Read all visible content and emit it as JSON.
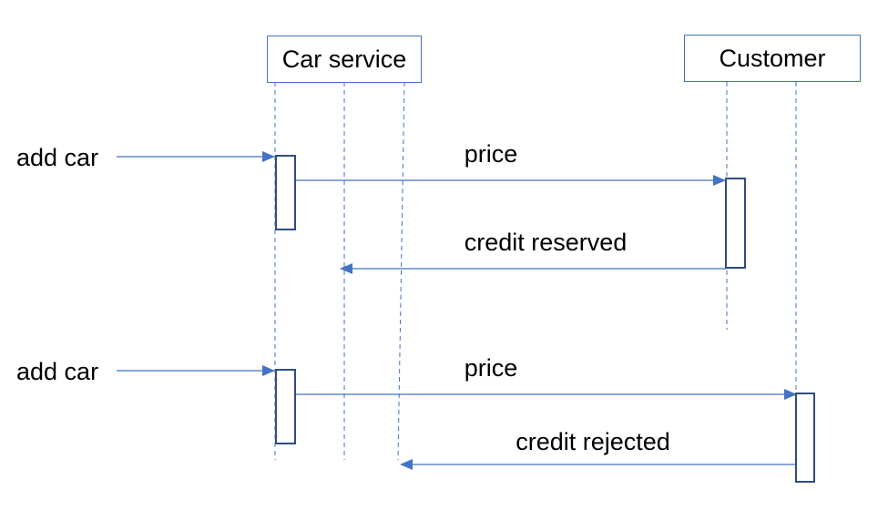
{
  "colors": {
    "line": "#4472C4",
    "activation": "#2F4C80",
    "text": "#000000"
  },
  "participants": [
    {
      "id": "car-service",
      "label": "Car service"
    },
    {
      "id": "customer",
      "label": "Customer"
    }
  ],
  "messages": [
    {
      "id": "add-car-1",
      "label": "add car",
      "from": "external",
      "to": "car-service"
    },
    {
      "id": "price-1",
      "label": "price",
      "from": "car-service",
      "to": "customer"
    },
    {
      "id": "credit-reserved",
      "label": "credit reserved",
      "from": "customer",
      "to": "car-service"
    },
    {
      "id": "add-car-2",
      "label": "add car",
      "from": "external",
      "to": "car-service"
    },
    {
      "id": "price-2",
      "label": "price",
      "from": "car-service",
      "to": "customer"
    },
    {
      "id": "credit-rejected",
      "label": "credit rejected",
      "from": "customer",
      "to": "car-service"
    }
  ]
}
